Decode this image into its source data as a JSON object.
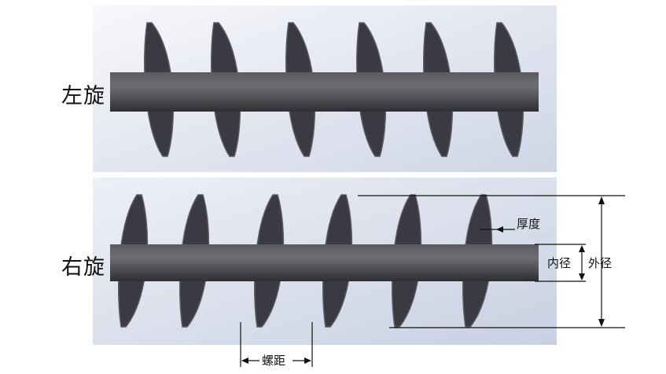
{
  "diagram": {
    "left_hand_label": "左旋",
    "right_hand_label": "右旋",
    "dimensions": {
      "thickness": "厚度",
      "inner_diameter": "内径",
      "outer_diameter": "外径",
      "pitch": "螺距"
    },
    "colors": {
      "background_panel_top": "#ffffff",
      "background_panel_bottom": "#dde2ee",
      "flight_face": "#3a3a42",
      "flight_edge": "#5b5b62",
      "shaft": "#4a4a4e",
      "shaft_highlight": "#6b6b70",
      "dimension_line": "#111111"
    }
  }
}
